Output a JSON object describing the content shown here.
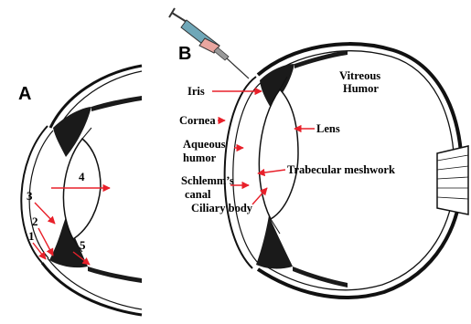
{
  "panel_a": {
    "letter": "A",
    "numbers": [
      "1",
      "2",
      "3",
      "4",
      "5"
    ]
  },
  "panel_b": {
    "letter": "B",
    "labels": {
      "iris": "Iris",
      "cornea": "Cornea",
      "aqueous_1": "Aqueous",
      "aqueous_2": "humor",
      "schlemm_1": "Schlemm’s",
      "schlemm_2": "canal",
      "ciliary": "Ciliary body",
      "vitreous_1": "Vitreous",
      "vitreous_2": "Humor",
      "lens": "Lens",
      "trabecular": "Trabecular meshwork"
    }
  },
  "colors": {
    "arrow": "#e8202a",
    "outline": "#111111",
    "tissue": "#1a1a1a",
    "syringe_fluid": "#e9a6a0",
    "syringe_body": "#6fa7b8"
  }
}
